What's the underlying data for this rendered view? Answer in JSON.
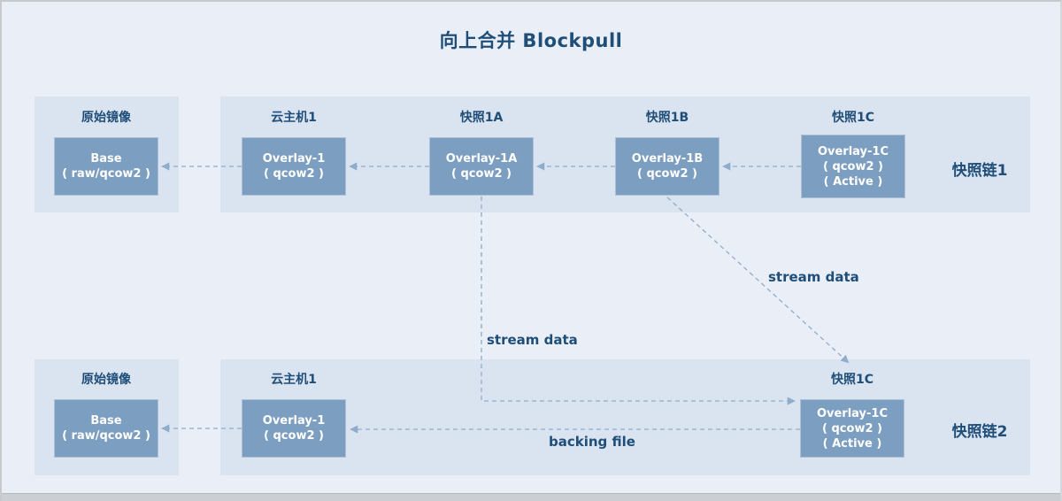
{
  "title": "向上合并 Blockpull",
  "colors": {
    "accent_text": "#1F4E79",
    "box_fill": "#7C9EC1",
    "panel_bg": "#DAE3F0",
    "canvas_bg": "#E9EEF7",
    "connector": "#8FACCB"
  },
  "chain1": {
    "name": "快照链1",
    "nodes": [
      {
        "label": "原始镜像",
        "line1": "Base",
        "line2": "( raw/qcow2 )"
      },
      {
        "label": "云主机1",
        "line1": "Overlay-1",
        "line2": "( qcow2 )"
      },
      {
        "label": "快照1A",
        "line1": "Overlay-1A",
        "line2": "( qcow2 )"
      },
      {
        "label": "快照1B",
        "line1": "Overlay-1B",
        "line2": "( qcow2 )"
      },
      {
        "label": "快照1C",
        "line1": "Overlay-1C",
        "line2": "( qcow2 )",
        "line3": "( Active )"
      }
    ]
  },
  "chain2": {
    "name": "快照链2",
    "nodes": [
      {
        "label": "原始镜像",
        "line1": "Base",
        "line2": "( raw/qcow2 )"
      },
      {
        "label": "云主机1",
        "line1": "Overlay-1",
        "line2": "( qcow2 )"
      },
      {
        "label": "快照1C",
        "line1": "Overlay-1C",
        "line2": "( qcow2 )",
        "line3": "( Active )"
      }
    ]
  },
  "annotations": {
    "stream_data_left": "stream data",
    "stream_data_right": "stream data",
    "backing_file": "backing file"
  }
}
